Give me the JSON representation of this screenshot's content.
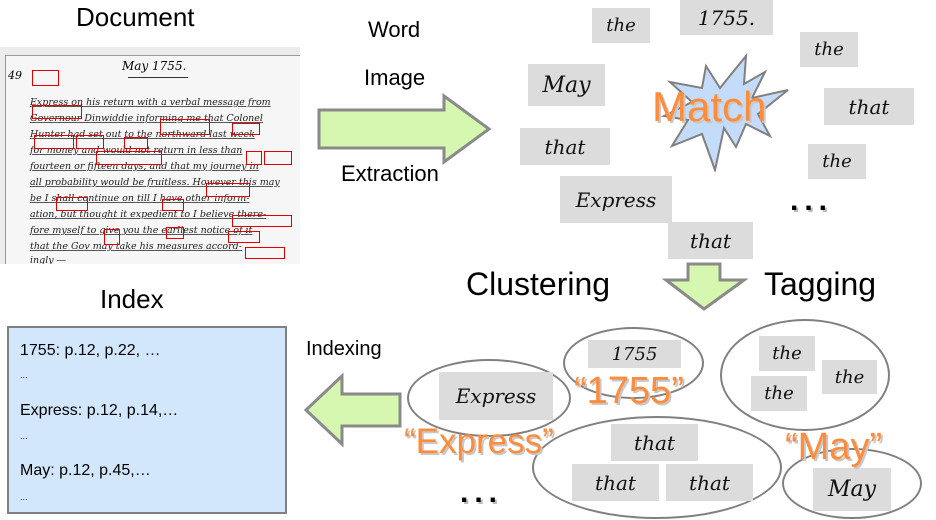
{
  "document": {
    "title": "Document",
    "page_number": "49",
    "heading": "May 1755.",
    "lines": [
      "Express on his return with a verbal message from",
      "Governour Dinwiddie informing me that Colonel",
      "Hunter had set out to the northward last week",
      "for money and would not return in less than",
      "fourteen or fifteen days, and that my journey in",
      "all probability would be fruitless. However this may",
      "be I shall continue on till I have other inform-",
      "ation, but thought it expedient to I believe there-",
      "fore myself to give you the earliest notice of it",
      "that the Gov may take his measures accord-",
      "ingly —"
    ]
  },
  "extraction_step": {
    "line1": "Word",
    "line2": "Image",
    "line3": "Extraction"
  },
  "word_images": [
    "the",
    "1755.",
    "the",
    "May",
    "that",
    "that",
    "the",
    "Express",
    "that"
  ],
  "match_label": "Match",
  "ellipsis": "...",
  "clustering_label": "Clustering",
  "tagging_label": "Tagging",
  "clusters": [
    {
      "tag": "“1755”",
      "words": [
        "1755"
      ]
    },
    {
      "tag": "“Express”",
      "words": [
        "Express"
      ]
    },
    {
      "tag": "",
      "words": [
        "the",
        "the",
        "the"
      ]
    },
    {
      "tag": "",
      "words": [
        "that",
        "that",
        "that"
      ]
    },
    {
      "tag": "“May”",
      "words": [
        "May"
      ]
    }
  ],
  "indexing_label": "Indexing",
  "index": {
    "title": "Index",
    "entries": [
      "1755: p.12, p.22, …",
      "Express: p.12, p.14,…",
      "May: p.12, p.45,…"
    ],
    "more": "..."
  },
  "colors": {
    "arrow_fill": "#d6f7b0",
    "index_bg": "#d2e6fc",
    "star_fill": "#c4dcfa",
    "tag_orange": "#ff8c3a",
    "box_red": "#e00000"
  }
}
